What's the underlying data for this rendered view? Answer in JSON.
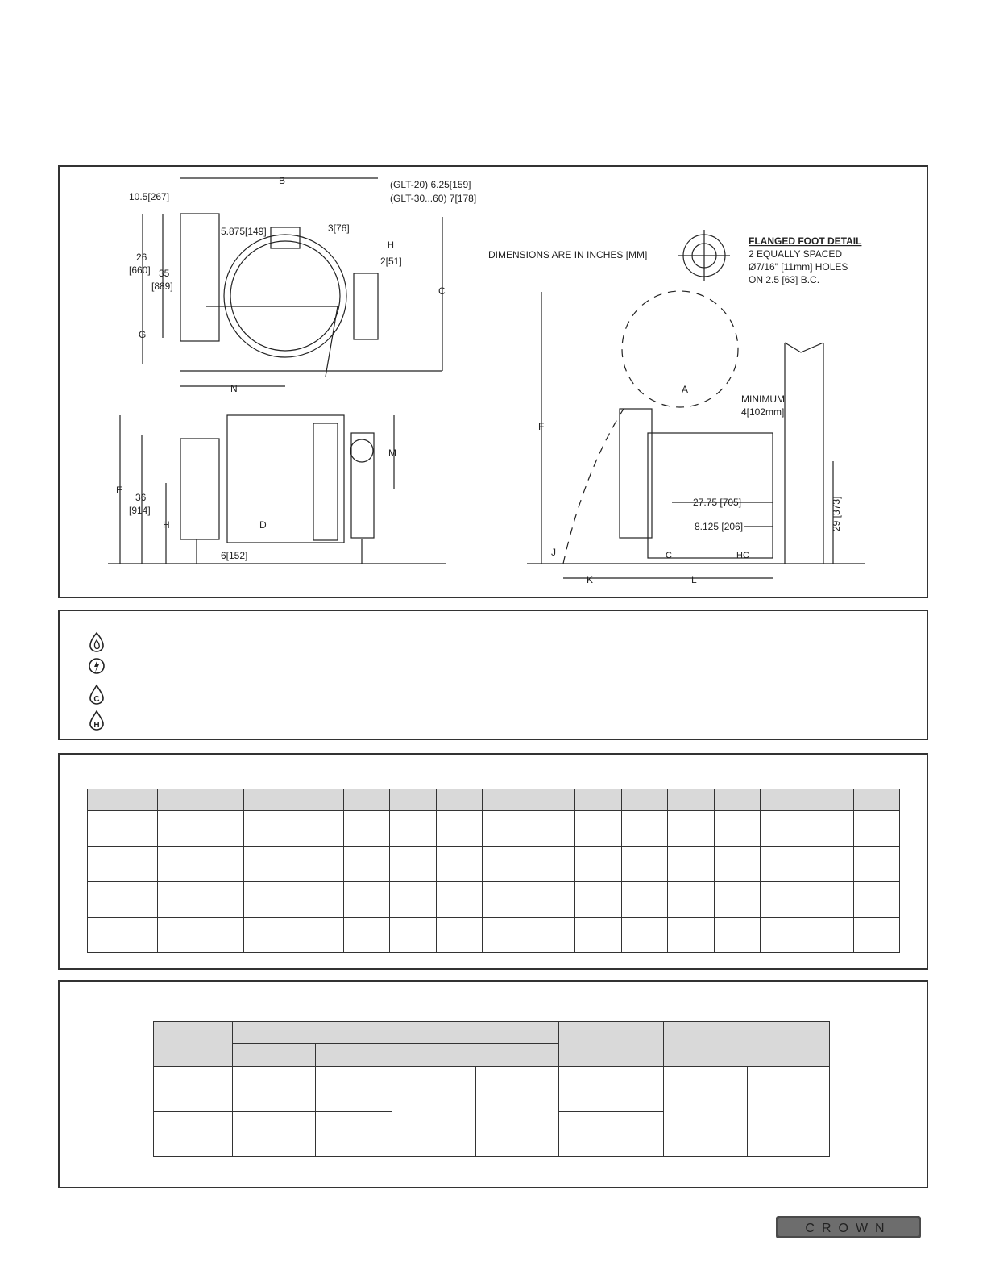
{
  "drawing": {
    "labels": {
      "b": "B",
      "glt20": "(GLT-20) 6.25[159]",
      "glt30": "(GLT-30...60) 7[178]",
      "d105": "10.5[267]",
      "d5875": "5.875[149]",
      "d3": "3[76]",
      "d2": "2[51]",
      "d26": "26",
      "d660": "[660]",
      "d35": "35",
      "d889": "[889]",
      "g": "G",
      "c": "C",
      "n": "N",
      "m": "M",
      "e": "E",
      "d36": "36",
      "d914": "[914]",
      "h": "H",
      "d": "D",
      "d6": "6[152]",
      "units_note": "DIMENSIONS ARE IN INCHES [MM]",
      "foot_title": "FLANGED FOOT DETAIL",
      "foot_line1": "2 EQUALLY SPACED",
      "foot_line2": "Ø7/16\" [11mm] HOLES",
      "foot_line3": "ON 2.5 [63] B.C.",
      "a": "A",
      "minimum": "MINIMUM",
      "min4": "4[102mm]",
      "f": "F",
      "d2775": "27.75 [705]",
      "d8125": "8.125 [206]",
      "d29": "29 [373]",
      "j": "J",
      "k": "K",
      "l": "L",
      "c_mark": "C",
      "h_mark": "H",
      "hc_mark": "HC"
    }
  },
  "legend": {
    "icons": [
      "gas-flame-icon",
      "electric-bolt-icon",
      "cold-water-icon",
      "hot-water-icon"
    ]
  },
  "dims_table": {
    "columns": 16,
    "body_rows": 4
  },
  "util_table": {
    "body_rows": 4
  },
  "brand": {
    "logo_text": "CROWN"
  },
  "colors": {
    "ink": "#222222",
    "header_fill": "#d9d9d9",
    "border": "#333333"
  }
}
